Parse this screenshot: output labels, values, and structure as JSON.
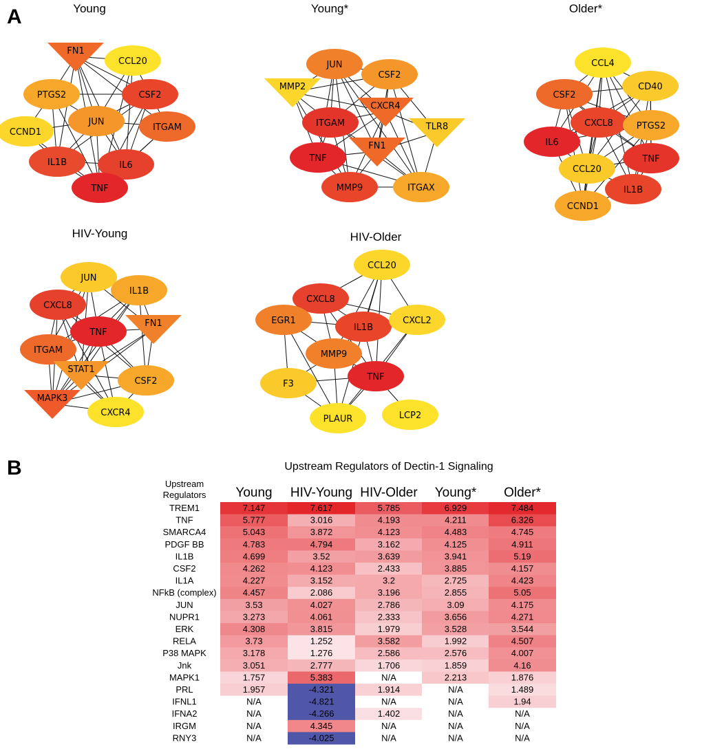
{
  "panel_a": {
    "letter": "A",
    "networks": [
      {
        "title": "Young",
        "nodes": [
          {
            "label": "FN1",
            "shape": "triangle",
            "color": "#ef6a28"
          },
          {
            "label": "CCL20",
            "shape": "ellipse",
            "color": "#fce22a"
          },
          {
            "label": "PTGS2",
            "shape": "ellipse",
            "color": "#f7a82a"
          },
          {
            "label": "CSF2",
            "shape": "ellipse",
            "color": "#e8452a"
          },
          {
            "label": "JUN",
            "shape": "ellipse",
            "color": "#f5962a"
          },
          {
            "label": "CCND1",
            "shape": "ellipse",
            "color": "#fcd62a"
          },
          {
            "label": "ITGAM",
            "shape": "ellipse",
            "color": "#ee6a2a"
          },
          {
            "label": "IL1B",
            "shape": "ellipse",
            "color": "#e74a2c"
          },
          {
            "label": "IL6",
            "shape": "ellipse",
            "color": "#e5412c"
          },
          {
            "label": "TNF",
            "shape": "ellipse",
            "color": "#e3262a"
          }
        ]
      },
      {
        "title": "Young*",
        "nodes": [
          {
            "label": "JUN",
            "shape": "ellipse",
            "color": "#f0802a"
          },
          {
            "label": "CSF2",
            "shape": "ellipse",
            "color": "#f5962a"
          },
          {
            "label": "MMP2",
            "shape": "triangle",
            "color": "#fcd62a"
          },
          {
            "label": "CXCR4",
            "shape": "triangle",
            "color": "#ef6a28"
          },
          {
            "label": "ITGAM",
            "shape": "ellipse",
            "color": "#e3352a"
          },
          {
            "label": "TLR8",
            "shape": "triangle",
            "color": "#fac92a"
          },
          {
            "label": "TNF",
            "shape": "ellipse",
            "color": "#e3262a"
          },
          {
            "label": "FN1",
            "shape": "triangle",
            "color": "#ef6a28"
          },
          {
            "label": "MMP9",
            "shape": "ellipse",
            "color": "#e8452a"
          },
          {
            "label": "ITGAX",
            "shape": "ellipse",
            "color": "#f7a82a"
          }
        ]
      },
      {
        "title": "Older*",
        "nodes": [
          {
            "label": "CCL4",
            "shape": "ellipse",
            "color": "#fce22a"
          },
          {
            "label": "CD40",
            "shape": "ellipse",
            "color": "#fac92a"
          },
          {
            "label": "CSF2",
            "shape": "ellipse",
            "color": "#ee6a2a"
          },
          {
            "label": "CXCL8",
            "shape": "ellipse",
            "color": "#e8452a"
          },
          {
            "label": "PTGS2",
            "shape": "ellipse",
            "color": "#f7a82a"
          },
          {
            "label": "IL6",
            "shape": "ellipse",
            "color": "#e3262a"
          },
          {
            "label": "TNF",
            "shape": "ellipse",
            "color": "#e5352a"
          },
          {
            "label": "CCL20",
            "shape": "ellipse",
            "color": "#fac92a"
          },
          {
            "label": "IL1B",
            "shape": "ellipse",
            "color": "#e8452a"
          },
          {
            "label": "CCND1",
            "shape": "ellipse",
            "color": "#f7a82a"
          }
        ]
      },
      {
        "title": "HIV-Young",
        "nodes": [
          {
            "label": "JUN",
            "shape": "ellipse",
            "color": "#fac92a"
          },
          {
            "label": "IL1B",
            "shape": "ellipse",
            "color": "#f7a82a"
          },
          {
            "label": "CXCL8",
            "shape": "ellipse",
            "color": "#e5412c"
          },
          {
            "label": "TNF",
            "shape": "ellipse",
            "color": "#e3262a"
          },
          {
            "label": "FN1",
            "shape": "triangle",
            "color": "#f0802a"
          },
          {
            "label": "ITGAM",
            "shape": "ellipse",
            "color": "#ee6a2a"
          },
          {
            "label": "STAT1",
            "shape": "triangle",
            "color": "#f5962a"
          },
          {
            "label": "CSF2",
            "shape": "ellipse",
            "color": "#f7a82a"
          },
          {
            "label": "MAPK3",
            "shape": "triangle",
            "color": "#ee5a2a"
          },
          {
            "label": "CXCR4",
            "shape": "ellipse",
            "color": "#fce22a"
          }
        ]
      },
      {
        "title": "HIV-Older",
        "nodes": [
          {
            "label": "CCL20",
            "shape": "ellipse",
            "color": "#fcd62a"
          },
          {
            "label": "CXCL8",
            "shape": "ellipse",
            "color": "#e5412c"
          },
          {
            "label": "EGR1",
            "shape": "ellipse",
            "color": "#f0802a"
          },
          {
            "label": "IL1B",
            "shape": "ellipse",
            "color": "#e8452a"
          },
          {
            "label": "CXCL2",
            "shape": "ellipse",
            "color": "#fcd62a"
          },
          {
            "label": "MMP9",
            "shape": "ellipse",
            "color": "#f0802a"
          },
          {
            "label": "TNF",
            "shape": "ellipse",
            "color": "#e3262a"
          },
          {
            "label": "F3",
            "shape": "ellipse",
            "color": "#fac92a"
          },
          {
            "label": "PLAUR",
            "shape": "ellipse",
            "color": "#fce22a"
          },
          {
            "label": "LCP2",
            "shape": "ellipse",
            "color": "#fce22a"
          }
        ]
      }
    ]
  },
  "panel_b": {
    "letter": "B",
    "title": "Upstream Regulators of Dectin-1 Signaling",
    "row_header_lines": [
      "Upstream",
      "Regulators"
    ]
  },
  "chart_data": {
    "type": "table",
    "title": "Upstream Regulators of Dectin-1 Signaling",
    "columns": [
      "Young",
      "HIV-Young",
      "HIV-Older",
      "Young*",
      "Older*"
    ],
    "rows": [
      {
        "label": "TREM1",
        "values": [
          "7.147",
          "7.617",
          "5.785",
          "6.929",
          "7.484"
        ]
      },
      {
        "label": "TNF",
        "values": [
          "5.777",
          "3.016",
          "4.193",
          "4.211",
          "6.326"
        ]
      },
      {
        "label": "SMARCA4",
        "values": [
          "5.043",
          "3.872",
          "4.123",
          "4.483",
          "4.745"
        ]
      },
      {
        "label": "PDGF BB",
        "values": [
          "4.783",
          "4.794",
          "3.162",
          "4.125",
          "4.911"
        ]
      },
      {
        "label": "IL1B",
        "values": [
          "4.699",
          "3.52",
          "3.639",
          "3.941",
          "5.19"
        ]
      },
      {
        "label": "CSF2",
        "values": [
          "4.262",
          "4.123",
          "2.433",
          "3.885",
          "4.157"
        ]
      },
      {
        "label": "IL1A",
        "values": [
          "4.227",
          "3.152",
          "3.2",
          "2.725",
          "4.423"
        ]
      },
      {
        "label": "NFkB (complex)",
        "values": [
          "4.457",
          "2.086",
          "3.196",
          "2.855",
          "5.05"
        ]
      },
      {
        "label": "JUN",
        "values": [
          "3.53",
          "4.027",
          "2.786",
          "3.09",
          "4.175"
        ]
      },
      {
        "label": "NUPR1",
        "values": [
          "3.273",
          "4.061",
          "2.333",
          "3.656",
          "4.271"
        ]
      },
      {
        "label": "ERK",
        "values": [
          "4.308",
          "3.815",
          "1.979",
          "3.528",
          "3.544"
        ]
      },
      {
        "label": "RELA",
        "values": [
          "3.73",
          "1.252",
          "3.582",
          "1.992",
          "4.507"
        ]
      },
      {
        "label": "P38 MAPK",
        "values": [
          "3.178",
          "1.276",
          "2.586",
          "2.576",
          "4.007"
        ]
      },
      {
        "label": "Jnk",
        "values": [
          "3.051",
          "2.777",
          "1.706",
          "1.859",
          "4.16"
        ]
      },
      {
        "label": "MAPK1",
        "values": [
          "1.757",
          "5.383",
          "N/A",
          "2.213",
          "1.876"
        ]
      },
      {
        "label": "PRL",
        "values": [
          "1.957",
          "-4.321",
          "1.914",
          "N/A",
          "1.489"
        ]
      },
      {
        "label": "IFNL1",
        "values": [
          "N/A",
          "-4.821",
          "N/A",
          "N/A",
          "1.94"
        ]
      },
      {
        "label": "IFNA2",
        "values": [
          "N/A",
          "-4.266",
          "1.402",
          "N/A",
          "N/A"
        ]
      },
      {
        "label": "IRGM",
        "values": [
          "N/A",
          "4.345",
          "N/A",
          "N/A",
          "N/A"
        ]
      },
      {
        "label": "RNY3",
        "values": [
          "N/A",
          "-4.025",
          "N/A",
          "N/A",
          "N/A"
        ]
      }
    ],
    "color_scale": {
      "positive": "#e3262a",
      "negative": "#5057a8",
      "missing": "#ffffff"
    }
  }
}
